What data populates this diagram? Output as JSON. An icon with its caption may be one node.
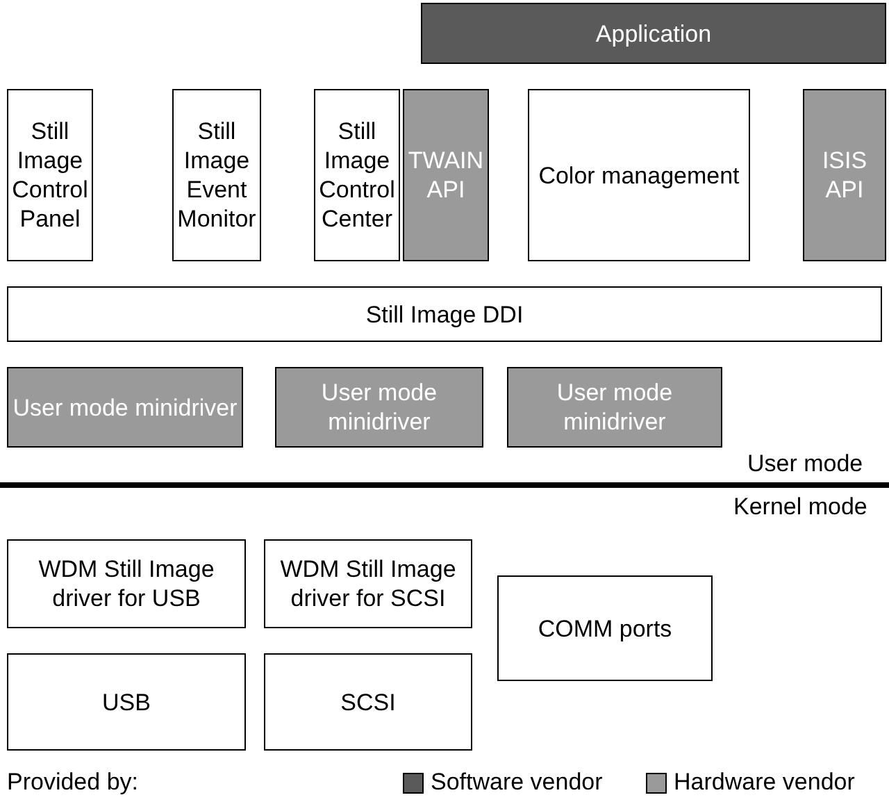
{
  "diagram": {
    "nodes": [
      {
        "text": [
          "Application"
        ]
      },
      {
        "text": [
          "Still Image Control Panel"
        ]
      },
      {
        "text": [
          "Still Image Event Monitor"
        ]
      },
      {
        "text": [
          "Still Image Control Center"
        ]
      },
      {
        "text": [
          "TWAIN API"
        ]
      },
      {
        "text": [
          "Color management"
        ]
      },
      {
        "text": [
          "ISIS API"
        ]
      },
      {
        "text": [
          "Still Image DDI"
        ]
      },
      {
        "text": [
          "User mode minidriver"
        ]
      },
      {
        "text": [
          "User mode minidriver"
        ]
      },
      {
        "text": [
          "User mode minidriver"
        ]
      },
      {
        "text": [
          "WDM Still Image driver for USB"
        ]
      },
      {
        "text": [
          "WDM Still Image driver for SCSI"
        ]
      },
      {
        "text": [
          "COMM ports"
        ]
      },
      {
        "text": [
          "USB"
        ]
      },
      {
        "text": [
          "SCSI"
        ]
      }
    ],
    "labels": [
      "User mode",
      "Kernel mode",
      "Provided by:"
    ],
    "legend": [
      {
        "text": "Software vendor",
        "color": "#5a5a5a"
      },
      {
        "text": "Hardware vendor",
        "color": "#9a9a9a"
      }
    ]
  }
}
